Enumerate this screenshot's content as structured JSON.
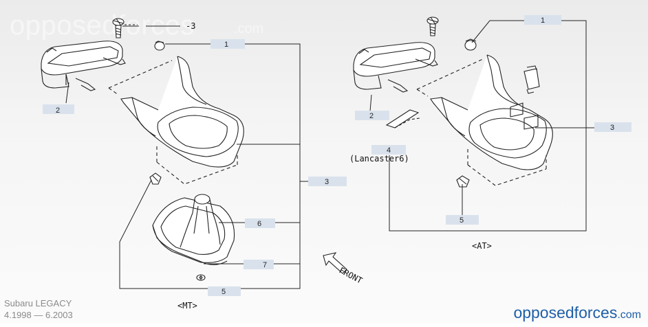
{
  "watermark": {
    "text": "opposedforces",
    "suffix": ".com"
  },
  "vehicle": {
    "model": "Subaru LEGACY",
    "years": "4.1998 — 6.2003"
  },
  "brand": {
    "name": "opposedforces",
    "suffix": ".com"
  },
  "mt_diagram": {
    "caption": "<MT>",
    "screw_ref": "-3",
    "callouts": [
      "1",
      "2",
      "3",
      "6",
      "7",
      "5"
    ]
  },
  "at_diagram": {
    "caption": "<AT>",
    "note": "(Lancaster6)",
    "callouts": [
      "1",
      "2",
      "3",
      "4",
      "5"
    ]
  },
  "front_arrow": {
    "label": "FRONT"
  }
}
